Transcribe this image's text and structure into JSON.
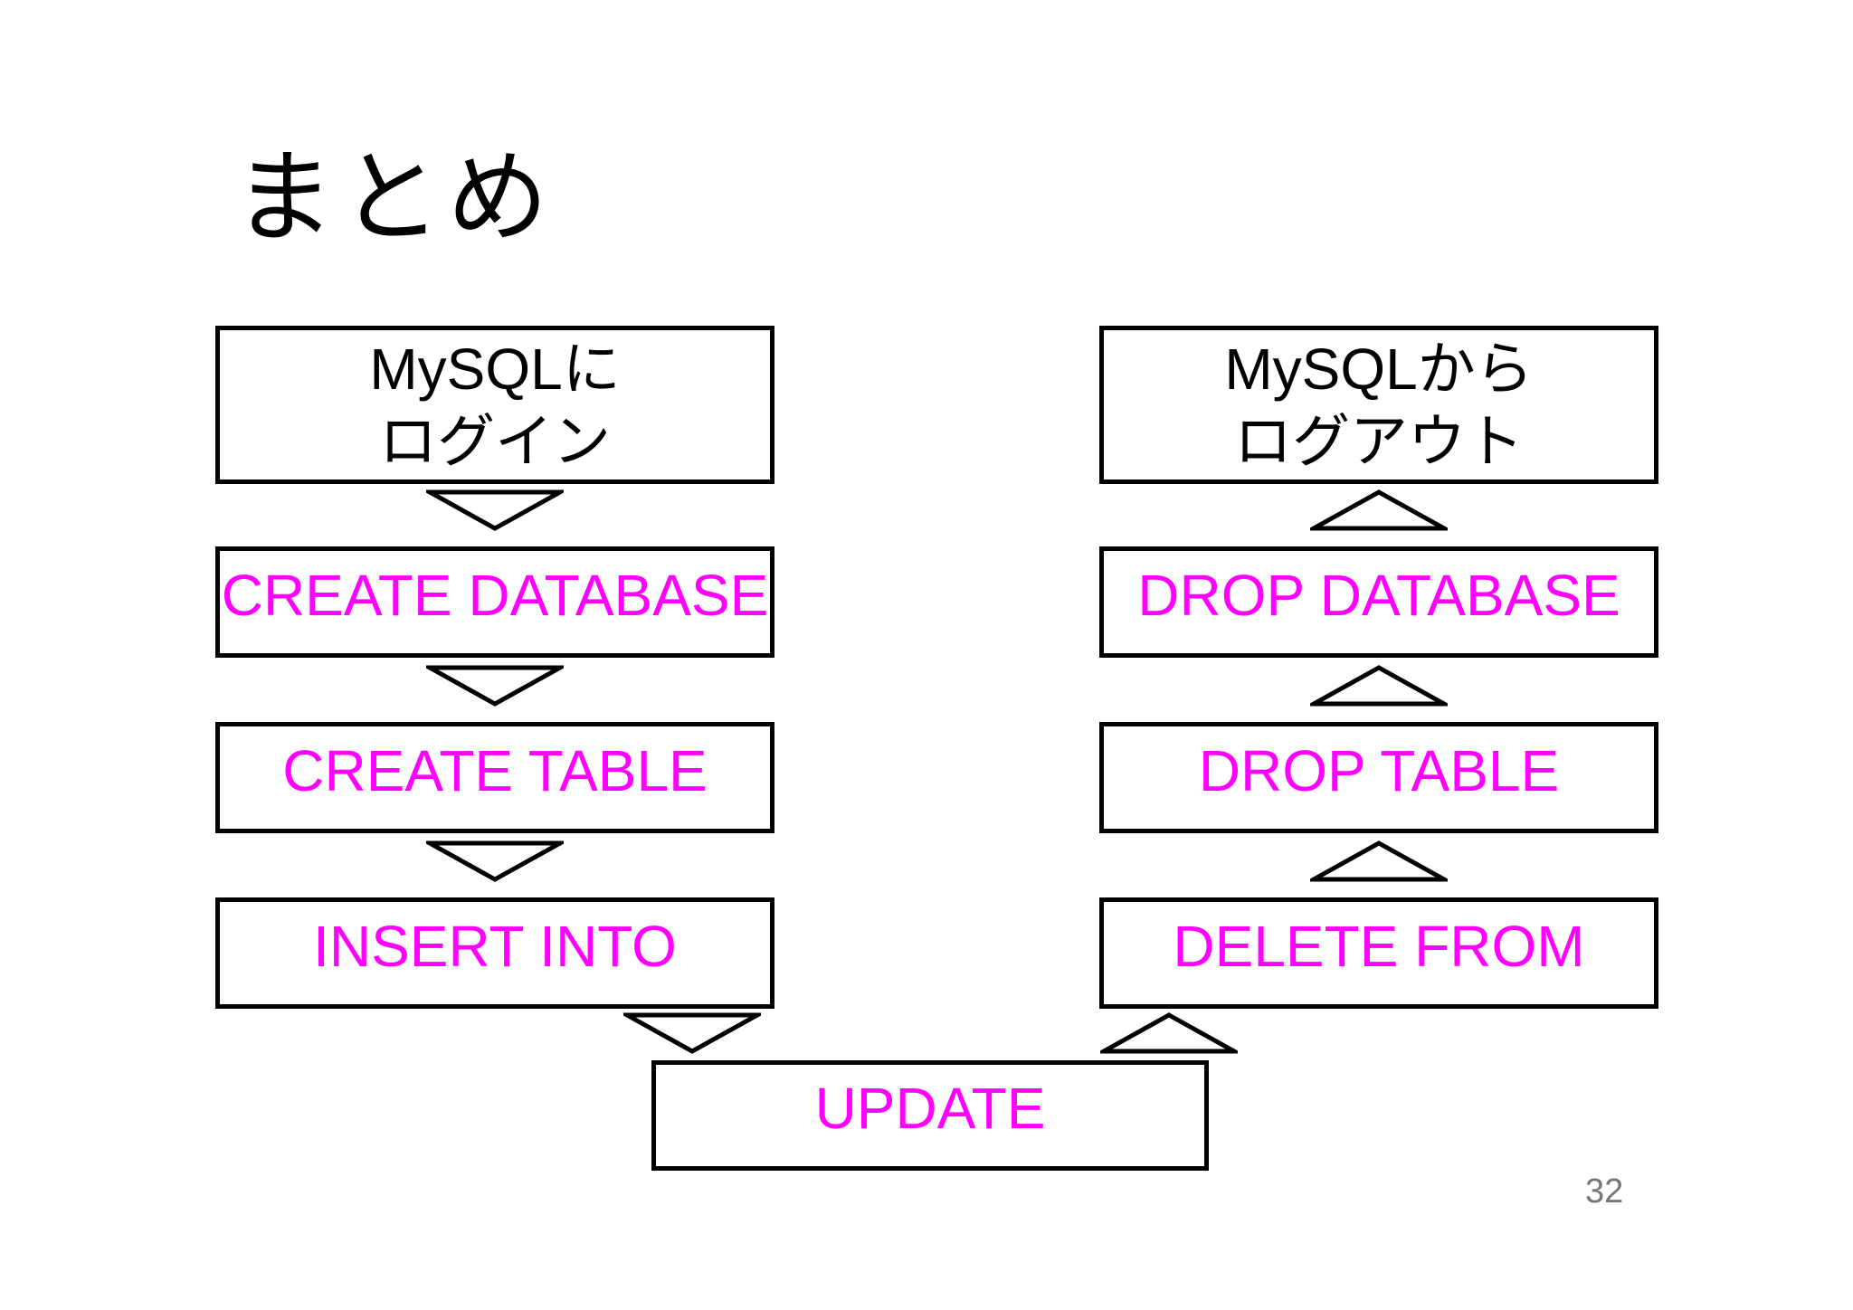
{
  "slide": {
    "title": "まとめ",
    "page_number": "32"
  },
  "colors": {
    "background": "#ffffff",
    "box_border": "#000000",
    "label_text": "#000000",
    "command_text": "#ff00ff",
    "page_number_text": "#767676"
  },
  "flow": {
    "left_column": {
      "arrow_direction": "down",
      "boxes": [
        {
          "id": "mysql-login",
          "type": "label",
          "label": "MySQLに\nログイン"
        },
        {
          "id": "create-database",
          "type": "command",
          "label": "CREATE DATABASE"
        },
        {
          "id": "create-table",
          "type": "command",
          "label": "CREATE TABLE"
        },
        {
          "id": "insert-into",
          "type": "command",
          "label": "INSERT INTO"
        }
      ]
    },
    "right_column": {
      "arrow_direction": "up",
      "boxes": [
        {
          "id": "mysql-logout",
          "type": "label",
          "label": "MySQLから\nログアウト"
        },
        {
          "id": "drop-database",
          "type": "command",
          "label": "DROP DATABASE"
        },
        {
          "id": "drop-table",
          "type": "command",
          "label": "DROP TABLE"
        },
        {
          "id": "delete-from",
          "type": "command",
          "label": "DELETE FROM"
        }
      ]
    },
    "bottom_box": {
      "id": "update",
      "type": "command",
      "label": "UPDATE"
    }
  }
}
